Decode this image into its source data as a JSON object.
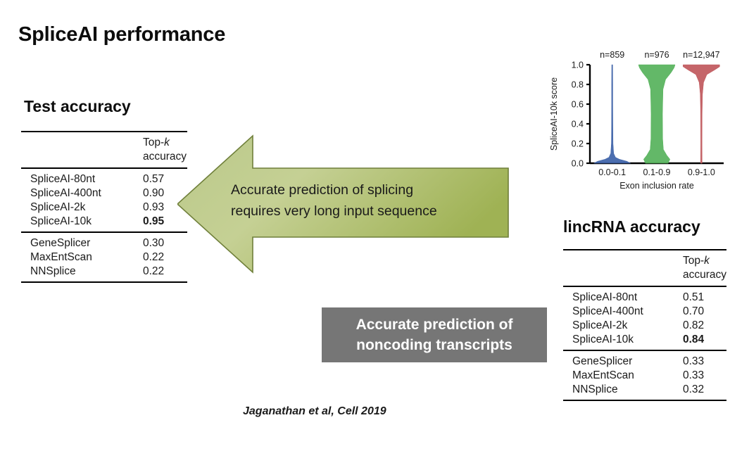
{
  "slide": {
    "title": "SpliceAI performance",
    "citation": "Jaganathan et al, Cell 2019"
  },
  "left_section": {
    "title": "Test accuracy",
    "table": {
      "header_line1": "Top-",
      "header_italic": "k",
      "header_line2": "accuracy",
      "group1": [
        {
          "name": "SpliceAI-80nt",
          "value": "0.57",
          "bold": false
        },
        {
          "name": "SpliceAI-400nt",
          "value": "0.90",
          "bold": false
        },
        {
          "name": "SpliceAI-2k",
          "value": "0.93",
          "bold": false
        },
        {
          "name": "SpliceAI-10k",
          "value": "0.95",
          "bold": true
        }
      ],
      "group2": [
        {
          "name": "GeneSplicer",
          "value": "0.30",
          "bold": false
        },
        {
          "name": "MaxEntScan",
          "value": "0.22",
          "bold": false
        },
        {
          "name": "NNSplice",
          "value": "0.22",
          "bold": false
        }
      ]
    }
  },
  "right_section": {
    "title": "lincRNA accuracy",
    "table": {
      "header_line1": "Top-",
      "header_italic": "k",
      "header_line2": "accuracy",
      "group1": [
        {
          "name": "SpliceAI-80nt",
          "value": "0.51",
          "bold": false
        },
        {
          "name": "SpliceAI-400nt",
          "value": "0.70",
          "bold": false
        },
        {
          "name": "SpliceAI-2k",
          "value": "0.82",
          "bold": false
        },
        {
          "name": "SpliceAI-10k",
          "value": "0.84",
          "bold": true
        }
      ],
      "group2": [
        {
          "name": "GeneSplicer",
          "value": "0.33",
          "bold": false
        },
        {
          "name": "MaxEntScan",
          "value": "0.33",
          "bold": false
        },
        {
          "name": "NNSplice",
          "value": "0.32",
          "bold": false
        }
      ]
    }
  },
  "green_arrow": {
    "text_line1": "Accurate prediction of splicing",
    "text_line2": "requires very long input sequence",
    "fill_light": "#c3d08a",
    "fill_dark": "#9cb04f",
    "stroke": "#7d8f3f"
  },
  "gray_callout": {
    "text_line1": "Accurate prediction of",
    "text_line2": "noncoding transcripts",
    "background": "#767676",
    "text_color": "#ffffff"
  },
  "chart_data": {
    "type": "violin",
    "title": "",
    "xlabel": "Exon inclusion rate",
    "ylabel": "SpliceAI-10k score",
    "categories": [
      "0.0-0.1",
      "0.1-0.9",
      "0.9-1.0"
    ],
    "ylim": [
      0.0,
      1.0
    ],
    "ytick_labels": [
      "0.0",
      "0.2",
      "0.4",
      "0.6",
      "0.8",
      "1.0"
    ],
    "ytick_values": [
      0.0,
      0.2,
      0.4,
      0.6,
      0.8,
      1.0
    ],
    "grid": false,
    "legend": "none",
    "series": [
      {
        "name": "0.0-0.1",
        "n_label": "n=859",
        "n": 859,
        "color": "#3d62a8",
        "density_profile": [
          {
            "y": 0.0,
            "w": 1.0
          },
          {
            "y": 0.02,
            "w": 0.8
          },
          {
            "y": 0.04,
            "w": 0.4
          },
          {
            "y": 0.06,
            "w": 0.18
          },
          {
            "y": 0.1,
            "w": 0.08
          },
          {
            "y": 0.2,
            "w": 0.045
          },
          {
            "y": 0.4,
            "w": 0.035
          },
          {
            "y": 0.6,
            "w": 0.03
          },
          {
            "y": 0.8,
            "w": 0.03
          },
          {
            "y": 1.0,
            "w": 0.025
          }
        ]
      },
      {
        "name": "0.1-0.9",
        "n_label": "n=976",
        "n": 976,
        "color": "#56b25b",
        "density_profile": [
          {
            "y": 0.0,
            "w": 0.62
          },
          {
            "y": 0.04,
            "w": 0.72
          },
          {
            "y": 0.08,
            "w": 0.55
          },
          {
            "y": 0.14,
            "w": 0.36
          },
          {
            "y": 0.25,
            "w": 0.32
          },
          {
            "y": 0.5,
            "w": 0.31
          },
          {
            "y": 0.75,
            "w": 0.34
          },
          {
            "y": 0.85,
            "w": 0.48
          },
          {
            "y": 0.92,
            "w": 0.78
          },
          {
            "y": 0.97,
            "w": 0.95
          },
          {
            "y": 1.0,
            "w": 1.0
          }
        ]
      },
      {
        "name": "0.9-1.0",
        "n_label": "n=12,947",
        "n": 12947,
        "color": "#c0585c",
        "density_profile": [
          {
            "y": 0.0,
            "w": 0.04
          },
          {
            "y": 0.2,
            "w": 0.035
          },
          {
            "y": 0.5,
            "w": 0.04
          },
          {
            "y": 0.7,
            "w": 0.06
          },
          {
            "y": 0.82,
            "w": 0.12
          },
          {
            "y": 0.9,
            "w": 0.3
          },
          {
            "y": 0.95,
            "w": 0.75
          },
          {
            "y": 0.98,
            "w": 1.0
          },
          {
            "y": 1.0,
            "w": 1.0
          }
        ]
      }
    ]
  }
}
